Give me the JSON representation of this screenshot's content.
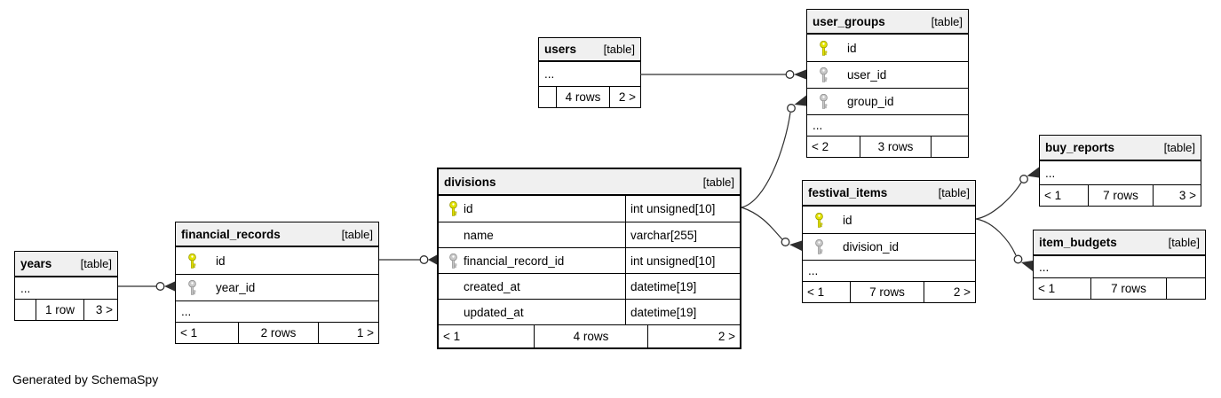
{
  "caption": "Generated by SchemaSpy",
  "colors": {
    "primary_key": "#e3e300",
    "primary_key_stroke": "#9b9b00",
    "foreign_key": "#c9c9c9",
    "foreign_key_stroke": "#8f8f8f",
    "header_bg": "#f0f0f0",
    "border": "#000000",
    "relation_line": "#2f2f2f"
  },
  "icons": {
    "primary_key": "yellow-key-icon",
    "foreign_key": "gray-key-icon"
  },
  "tables": {
    "users": {
      "name": "users",
      "tag": "[table]",
      "ellipsis": "...",
      "footer": {
        "left": "",
        "center": "4 rows",
        "right": "2 >"
      }
    },
    "user_groups": {
      "name": "user_groups",
      "tag": "[table]",
      "columns": [
        {
          "name": "id",
          "key": "primary"
        },
        {
          "name": "user_id",
          "key": "foreign"
        },
        {
          "name": "group_id",
          "key": "foreign"
        }
      ],
      "ellipsis": "...",
      "footer": {
        "left": "< 2",
        "center": "3 rows",
        "right": ""
      }
    },
    "years": {
      "name": "years",
      "tag": "[table]",
      "ellipsis": "...",
      "footer": {
        "left": "",
        "center": "1 row",
        "right": "3 >"
      }
    },
    "financial_records": {
      "name": "financial_records",
      "tag": "[table]",
      "columns": [
        {
          "name": "id",
          "key": "primary"
        },
        {
          "name": "year_id",
          "key": "foreign"
        }
      ],
      "ellipsis": "...",
      "footer": {
        "left": "< 1",
        "center": "2 rows",
        "right": "1 >"
      }
    },
    "divisions": {
      "name": "divisions",
      "tag": "[table]",
      "columns": [
        {
          "name": "id",
          "type": "int unsigned[10]",
          "key": "primary"
        },
        {
          "name": "name",
          "type": "varchar[255]",
          "key": ""
        },
        {
          "name": "financial_record_id",
          "type": "int unsigned[10]",
          "key": "foreign"
        },
        {
          "name": "created_at",
          "type": "datetime[19]",
          "key": ""
        },
        {
          "name": "updated_at",
          "type": "datetime[19]",
          "key": ""
        }
      ],
      "footer": {
        "left": "< 1",
        "center": "4 rows",
        "right": "2 >"
      }
    },
    "festival_items": {
      "name": "festival_items",
      "tag": "[table]",
      "columns": [
        {
          "name": "id",
          "key": "primary"
        },
        {
          "name": "division_id",
          "key": "foreign"
        }
      ],
      "ellipsis": "...",
      "footer": {
        "left": "< 1",
        "center": "7 rows",
        "right": "2 >"
      }
    },
    "buy_reports": {
      "name": "buy_reports",
      "tag": "[table]",
      "ellipsis": "...",
      "footer": {
        "left": "< 1",
        "center": "7 rows",
        "right": "3 >"
      }
    },
    "item_budgets": {
      "name": "item_budgets",
      "tag": "[table]",
      "ellipsis": "...",
      "footer": {
        "left": "< 1",
        "center": "7 rows",
        "right": ""
      }
    }
  }
}
